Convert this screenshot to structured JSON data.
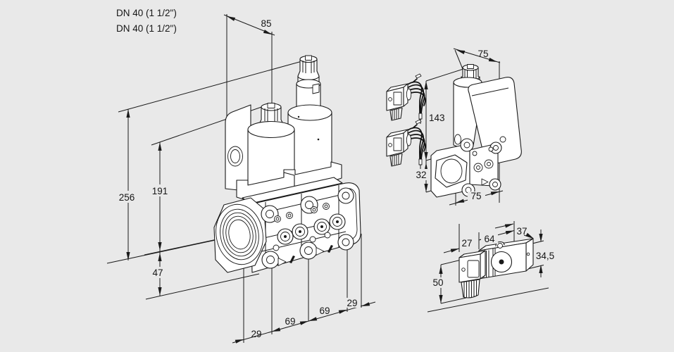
{
  "page": {
    "background_color": "#e9e9e9",
    "line_color": "#1a1a1a",
    "drawing_type": "valve dimensional drawing"
  },
  "connection_labels": {
    "line1": "DN 40 (1 1/2\")",
    "line2": "DN 40 (1 1/2\")"
  },
  "main_view": {
    "dim_top_width": "85",
    "dim_overall_height": "256",
    "dim_upper_height": "191",
    "dim_lower_height": "47",
    "dim_bottom_left": "29",
    "dim_bottom_mid_left": "69",
    "dim_bottom_mid_right": "69",
    "dim_bottom_right": "29"
  },
  "side_view": {
    "dim_top_width": "75",
    "dim_height": "143",
    "dim_flange_height": "32",
    "dim_bottom_width": "75"
  },
  "coil_view": {
    "dim_connector_offset": "27",
    "dim_body_length": "64",
    "dim_end_width": "37",
    "dim_body_height": "34,5",
    "dim_connector_height": "50"
  }
}
